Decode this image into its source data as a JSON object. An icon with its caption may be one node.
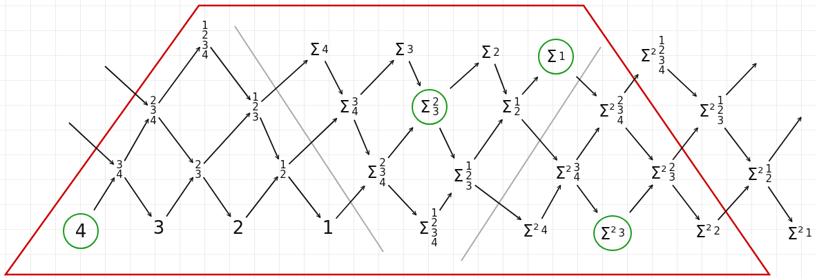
{
  "diagram": {
    "nodes": [
      {
        "text": [
          "1 2 3 4"
        ]
      },
      {
        "text": [
          "Σ",
          "4"
        ]
      },
      {
        "text": [
          "Σ",
          "3"
        ]
      },
      {
        "text": [
          "Σ",
          "2"
        ]
      },
      {
        "text": [
          "Σ",
          "1"
        ]
      },
      {
        "text": [
          "Σ$^{2}$",
          "1 2 3 4"
        ]
      },
      {
        "text": [
          "2 3 4"
        ]
      },
      {
        "text": [
          "1 2 3"
        ]
      },
      {
        "text": [
          "Σ",
          "3 4"
        ]
      },
      {
        "text": [
          "Σ",
          "2 3"
        ]
      },
      {
        "text": [
          "Σ",
          "1 2"
        ]
      },
      {
        "text": [
          "Σ$^{2}$",
          "2 3 4"
        ]
      },
      {
        "text": [
          "Σ$^{2}$",
          "1 2 3"
        ]
      },
      {
        "text": [
          "3 4"
        ]
      },
      {
        "text": [
          "2 3"
        ]
      },
      {
        "text": [
          "1 2"
        ]
      },
      {
        "text": [
          "Σ",
          "2 3 4"
        ]
      },
      {
        "text": [
          "Σ",
          "1 2 3"
        ]
      },
      {
        "text": [
          "Σ$^{2}$",
          "3 4"
        ]
      },
      {
        "text": [
          "Σ$^{2}$",
          "2 3"
        ]
      },
      {
        "text": [
          "Σ$^{2}$",
          "1 2"
        ]
      },
      {
        "text": [
          "4"
        ]
      },
      {
        "text": [
          "3"
        ]
      },
      {
        "text": [
          "2"
        ]
      },
      {
        "text": [
          "1"
        ]
      },
      {
        "text": [
          "Σ",
          "1 2 3 4"
        ]
      },
      {
        "text": [
          "Σ$^{2}$",
          "4"
        ]
      },
      {
        "text": [
          "Σ$^{2}$",
          "3"
        ]
      },
      {
        "text": [
          "Σ$^{2}$",
          "2"
        ]
      },
      {
        "text": [
          "Σ$^{2}$",
          "1"
        ]
      }
    ],
    "edges": [
      {
        "from": null,
        "to": 6,
        "arrow": "to"
      },
      {
        "from": null,
        "to": 13,
        "arrow": "to"
      },
      {
        "from": 21,
        "to": 13,
        "arrow": "to"
      },
      {
        "from": 13,
        "to": 22,
        "arrow": "to"
      },
      {
        "from": 22,
        "to": 14,
        "arrow": "to"
      },
      {
        "from": 14,
        "to": 23,
        "arrow": "to"
      },
      {
        "from": 23,
        "to": 15,
        "arrow": "to"
      },
      {
        "from": 15,
        "to": 24,
        "arrow": "to"
      },
      {
        "from": 24,
        "to": 16,
        "arrow": "to"
      },
      {
        "from": 13,
        "to": 6,
        "arrow": "to"
      },
      {
        "from": 6,
        "to": 14,
        "arrow": "to"
      },
      {
        "from": 14,
        "to": 7,
        "arrow": "to"
      },
      {
        "from": 7,
        "to": 15,
        "arrow": "to"
      },
      {
        "from": 15,
        "to": 8,
        "arrow": "to"
      },
      {
        "from": 8,
        "to": 16,
        "arrow": "to"
      },
      {
        "from": 16,
        "to": 25,
        "arrow": "to"
      },
      {
        "from": 16,
        "to": 9,
        "arrow": "to"
      },
      {
        "from": 9,
        "to": 17,
        "arrow": "to"
      },
      {
        "from": 25,
        "to": 17,
        "arrow": "to"
      },
      {
        "from": 17,
        "to": 26,
        "arrow": "to"
      },
      {
        "from": 17,
        "to": 10,
        "arrow": "to"
      },
      {
        "from": 10,
        "to": 18,
        "arrow": "to"
      },
      {
        "from": 26,
        "to": 18,
        "arrow": "to"
      },
      {
        "from": 18,
        "to": 27,
        "arrow": "to"
      },
      {
        "from": 18,
        "to": 11,
        "arrow": "to"
      },
      {
        "from": 27,
        "to": 19,
        "arrow": "to"
      },
      {
        "from": 11,
        "to": 19,
        "arrow": "to"
      },
      {
        "from": 19,
        "to": 28,
        "arrow": "to"
      },
      {
        "from": 19,
        "to": 12,
        "arrow": "to"
      },
      {
        "from": 28,
        "to": 20,
        "arrow": "to"
      },
      {
        "from": 12,
        "to": 20,
        "arrow": "to"
      },
      {
        "from": 20,
        "to": 29,
        "arrow": "to"
      },
      {
        "from": 20,
        "to": null,
        "arrow": "to"
      },
      {
        "from": 12,
        "to": null,
        "arrow": "to"
      },
      {
        "from": 6,
        "to": 0,
        "arrow": "to"
      },
      {
        "from": 0,
        "to": 7,
        "arrow": "to"
      },
      {
        "from": 7,
        "to": 1,
        "arrow": "to"
      },
      {
        "from": 1,
        "to": 8,
        "arrow": "to"
      },
      {
        "from": 8,
        "to": 2,
        "arrow": "to"
      },
      {
        "from": 2,
        "to": 9,
        "arrow": "to"
      },
      {
        "from": 9,
        "to": 3,
        "arrow": "to"
      },
      {
        "from": 3,
        "to": 10,
        "arrow": "to"
      },
      {
        "from": 10,
        "to": 4,
        "arrow": "to"
      },
      {
        "from": 4,
        "to": 11,
        "arrow": "to"
      },
      {
        "from": 11,
        "to": 5,
        "arrow": "to"
      },
      {
        "from": 5,
        "to": 12,
        "arrow": "to"
      }
    ]
  }
}
